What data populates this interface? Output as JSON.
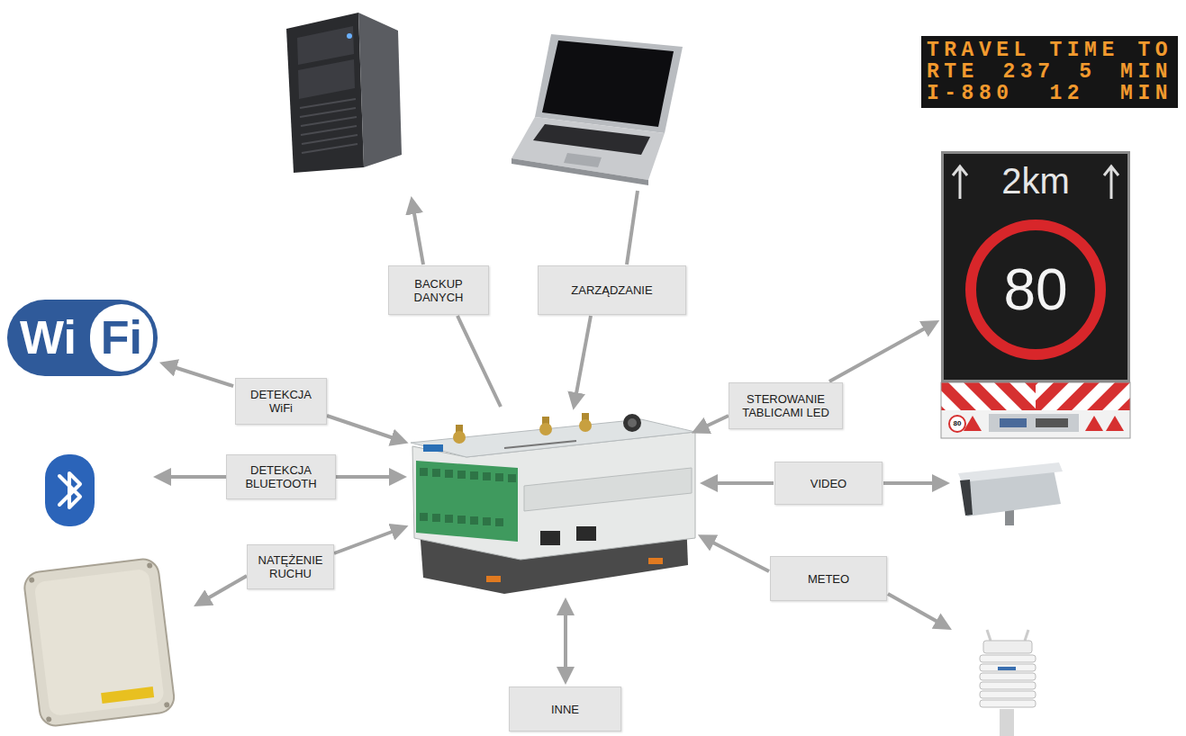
{
  "diagram": {
    "nodes": [
      {
        "text": [
          "BACKUP DANYCH"
        ]
      },
      {
        "text": [
          "ZARZĄDZANIE"
        ]
      },
      {
        "text": [
          "TRAVEL TIME TO RTE 237 5 MIN I-880 12 MIN"
        ]
      },
      {
        "text": [
          "2km",
          "80"
        ]
      },
      {
        "text": [
          "Wi",
          "Fi"
        ]
      },
      {
        "text": [
          "DETEKCJA WiFi"
        ]
      },
      {
        "text": [
          "STEROWANIE TABLICAMI LED"
        ]
      },
      {
        "text": [
          "DETEKCJA BLUETOOTH"
        ]
      },
      {
        "text": [
          "VIDEO"
        ]
      },
      {
        "text": [
          "NATĘŻENIE RUCHU"
        ]
      },
      {
        "text": [
          "METEO"
        ]
      },
      {
        "text": [
          "INNE"
        ]
      }
    ],
    "edges": [
      {
        "from": 5,
        "to": 4,
        "arrow": "to"
      },
      {
        "from": 6,
        "to": 3,
        "arrow": "to"
      }
    ],
    "labels": [
      "80"
    ]
  }
}
